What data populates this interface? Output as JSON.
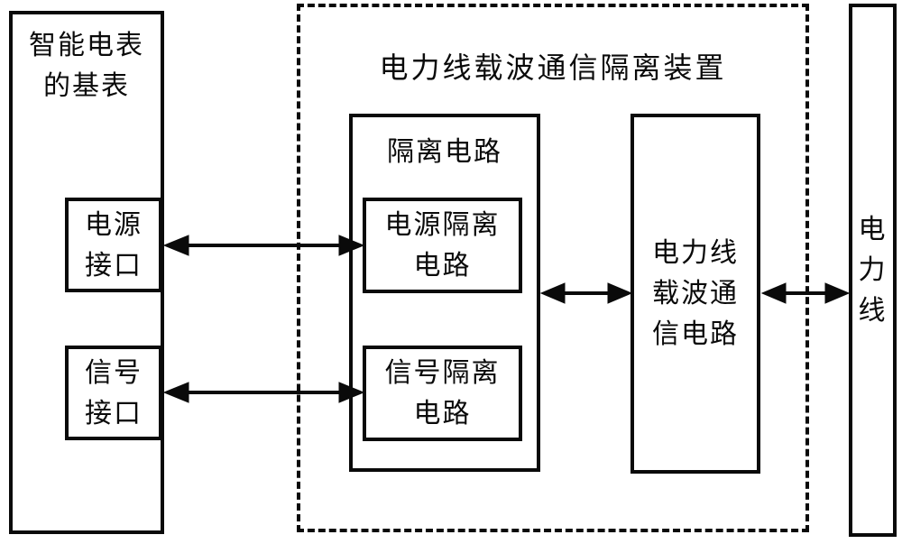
{
  "page": {
    "background_color": "#ffffff",
    "line_color": "#0a0a0a"
  },
  "meter": {
    "title_lines": [
      "智能电表",
      "的基表"
    ],
    "power_interface_lines": [
      "电源",
      "接口"
    ],
    "signal_interface_lines": [
      "信号",
      "接口"
    ]
  },
  "device": {
    "title": "电力线载波通信隔离装置",
    "isolation_label": "隔离电路",
    "power_isolation_lines": [
      "电源隔离",
      "电路"
    ],
    "signal_isolation_lines": [
      "信号隔离",
      "电路"
    ],
    "plc_circuit_lines": [
      "电力线",
      "载波通",
      "信电路"
    ]
  },
  "power_line": {
    "label_chars": [
      "电",
      "力",
      "线"
    ]
  },
  "arrows": [
    {
      "name": "power-interface-to-power-isolation-arrow",
      "type": "double-headed"
    },
    {
      "name": "signal-interface-to-signal-isolation-arrow",
      "type": "double-headed"
    },
    {
      "name": "isolation-to-plc-circuit-arrow",
      "type": "double-headed"
    },
    {
      "name": "plc-circuit-to-power-line-arrow",
      "type": "double-headed"
    }
  ]
}
